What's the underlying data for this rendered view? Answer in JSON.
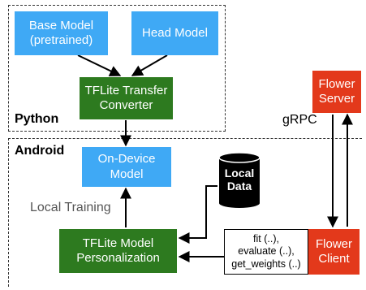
{
  "colors": {
    "blue": "#3fa9f5",
    "green": "#2d7a1f",
    "red": "#e3391b",
    "database": "#000000",
    "edge_label": "#555555"
  },
  "regions": {
    "python_label": "Python",
    "android_label": "Android"
  },
  "nodes": {
    "base_model": "Base Model\n(pretrained)",
    "head_model": "Head Model",
    "converter": "TFLite Transfer\nConverter",
    "on_device_model": "On-Device\nModel",
    "local_data": "Local\nData",
    "personalization": "TFLite Model\nPersonalization",
    "flower_server": "Flower\nServer",
    "flower_client": "Flower\nClient",
    "client_functions": "fit (..),\nevaluate (..),\nget_weights (..)"
  },
  "edge_labels": {
    "grpc": "gRPC",
    "local_training": "Local Training"
  }
}
